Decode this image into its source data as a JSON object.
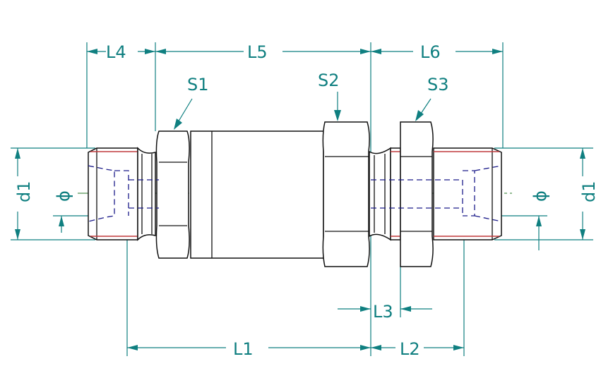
{
  "drawing": {
    "title": "Check valve fitting dimension drawing",
    "labels": {
      "L1": "L1",
      "L2": "L2",
      "L3": "L3",
      "L4": "L4",
      "L5": "L5",
      "L6": "L6",
      "S1": "S1",
      "S2": "S2",
      "S3": "S3",
      "d1_left": "d1",
      "d1_right": "d1",
      "phi_left": "ϕ",
      "phi_right": "ϕ"
    },
    "colors": {
      "dimension": "#0f7f80",
      "outline": "#111111",
      "thread": "#c0393b",
      "hidden": "#1c1c8a",
      "centerline": "#2a7a2a"
    }
  }
}
